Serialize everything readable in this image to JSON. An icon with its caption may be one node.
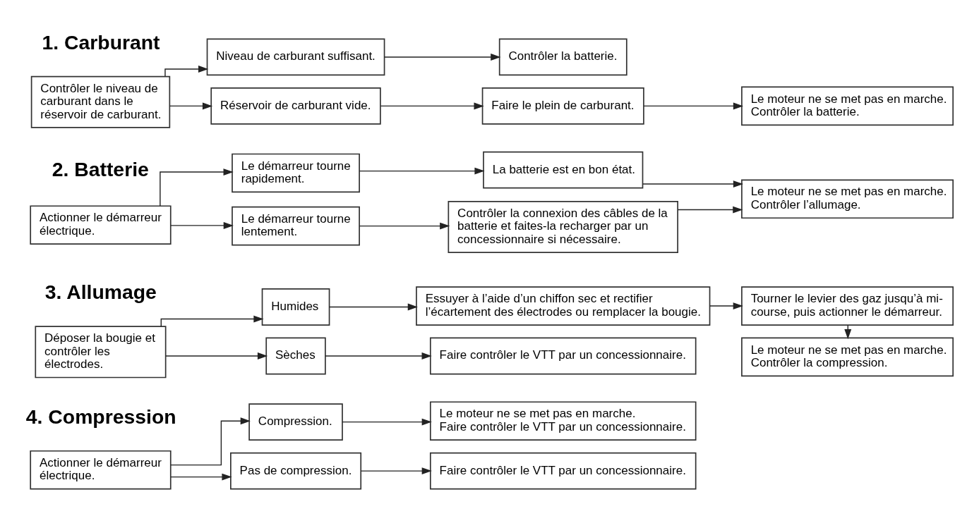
{
  "diagram": {
    "nodes": [
      {
        "text": [
          "Contrôler le niveau de carburant dans le réservoir de carburant."
        ]
      },
      {
        "text": [
          "Niveau de carburant suffisant."
        ]
      },
      {
        "text": [
          "Contrôler la batterie."
        ]
      },
      {
        "text": [
          "Réservoir de carburant vide."
        ]
      },
      {
        "text": [
          "Faire le plein de carburant."
        ]
      },
      {
        "text": [
          "Le moteur ne se met pas en marche. Contrôler la batterie."
        ]
      },
      {
        "text": [
          "Actionner le démarreur électrique."
        ]
      },
      {
        "text": [
          "Le démarreur tourne rapidement."
        ]
      },
      {
        "text": [
          "La batterie est en bon état."
        ]
      },
      {
        "text": [
          "Le démarreur tourne lentement."
        ]
      },
      {
        "text": [
          "Contrôler la connexion des câbles de la batterie et faites-la recharger par un concessionnaire si nécessaire."
        ]
      },
      {
        "text": [
          "Le moteur ne se met pas en marche. Contrôler l’allumage."
        ]
      },
      {
        "text": [
          "Déposer la bougie et contrôler les électrodes."
        ]
      },
      {
        "text": [
          "Humides"
        ]
      },
      {
        "text": [
          "Essuyer à l’aide d’un chiffon sec et rectifier l’écartement des électrodes ou remplacer la bougie."
        ]
      },
      {
        "text": [
          "Tourner le levier des gaz jusqu’à mi-course, puis actionner le démarreur."
        ]
      },
      {
        "text": [
          "Le moteur ne se met pas en marche. Contrôler la compression."
        ]
      },
      {
        "text": [
          "Sèches"
        ]
      },
      {
        "text": [
          "Faire contrôler le VTT par un concessionnaire."
        ]
      },
      {
        "text": [
          "Actionner le démarreur électrique."
        ]
      },
      {
        "text": [
          "Compression."
        ]
      },
      {
        "text": [
          "Le moteur ne se met pas en marche. Faire contrôler le VTT par un concessionnaire."
        ]
      },
      {
        "text": [
          "Pas de compression."
        ]
      },
      {
        "text": [
          "Faire contrôler le VTT par un concessionnaire."
        ]
      }
    ],
    "edges": [
      {
        "from": 0,
        "to": 1,
        "arrow": "to"
      },
      {
        "from": 0,
        "to": 3,
        "arrow": "to"
      },
      {
        "from": 1,
        "to": 2,
        "arrow": "to"
      },
      {
        "from": 3,
        "to": 4,
        "arrow": "to"
      },
      {
        "from": 4,
        "to": 5,
        "arrow": "to"
      },
      {
        "from": 6,
        "to": 7,
        "arrow": "to"
      },
      {
        "from": 6,
        "to": 9,
        "arrow": "to"
      },
      {
        "from": 7,
        "to": 8,
        "arrow": "to"
      },
      {
        "from": 9,
        "to": 10,
        "arrow": "to"
      },
      {
        "from": 8,
        "to": 11,
        "arrow": "to"
      },
      {
        "from": 10,
        "to": 11,
        "arrow": "to"
      },
      {
        "from": 12,
        "to": 13,
        "arrow": "to"
      },
      {
        "from": 12,
        "to": 17,
        "arrow": "to"
      },
      {
        "from": 13,
        "to": 14,
        "arrow": "to"
      },
      {
        "from": 14,
        "to": 15,
        "arrow": "to"
      },
      {
        "from": 15,
        "to": 16,
        "arrow": "to"
      },
      {
        "from": 17,
        "to": 18,
        "arrow": "to"
      },
      {
        "from": 19,
        "to": 20,
        "arrow": "to"
      },
      {
        "from": 19,
        "to": 22,
        "arrow": "to"
      },
      {
        "from": 20,
        "to": 21,
        "arrow": "to"
      },
      {
        "from": 22,
        "to": 23,
        "arrow": "to"
      }
    ],
    "labels": [
      "1. Carburant",
      "2. Batterie",
      "3. Allumage",
      "4. Compression"
    ]
  }
}
